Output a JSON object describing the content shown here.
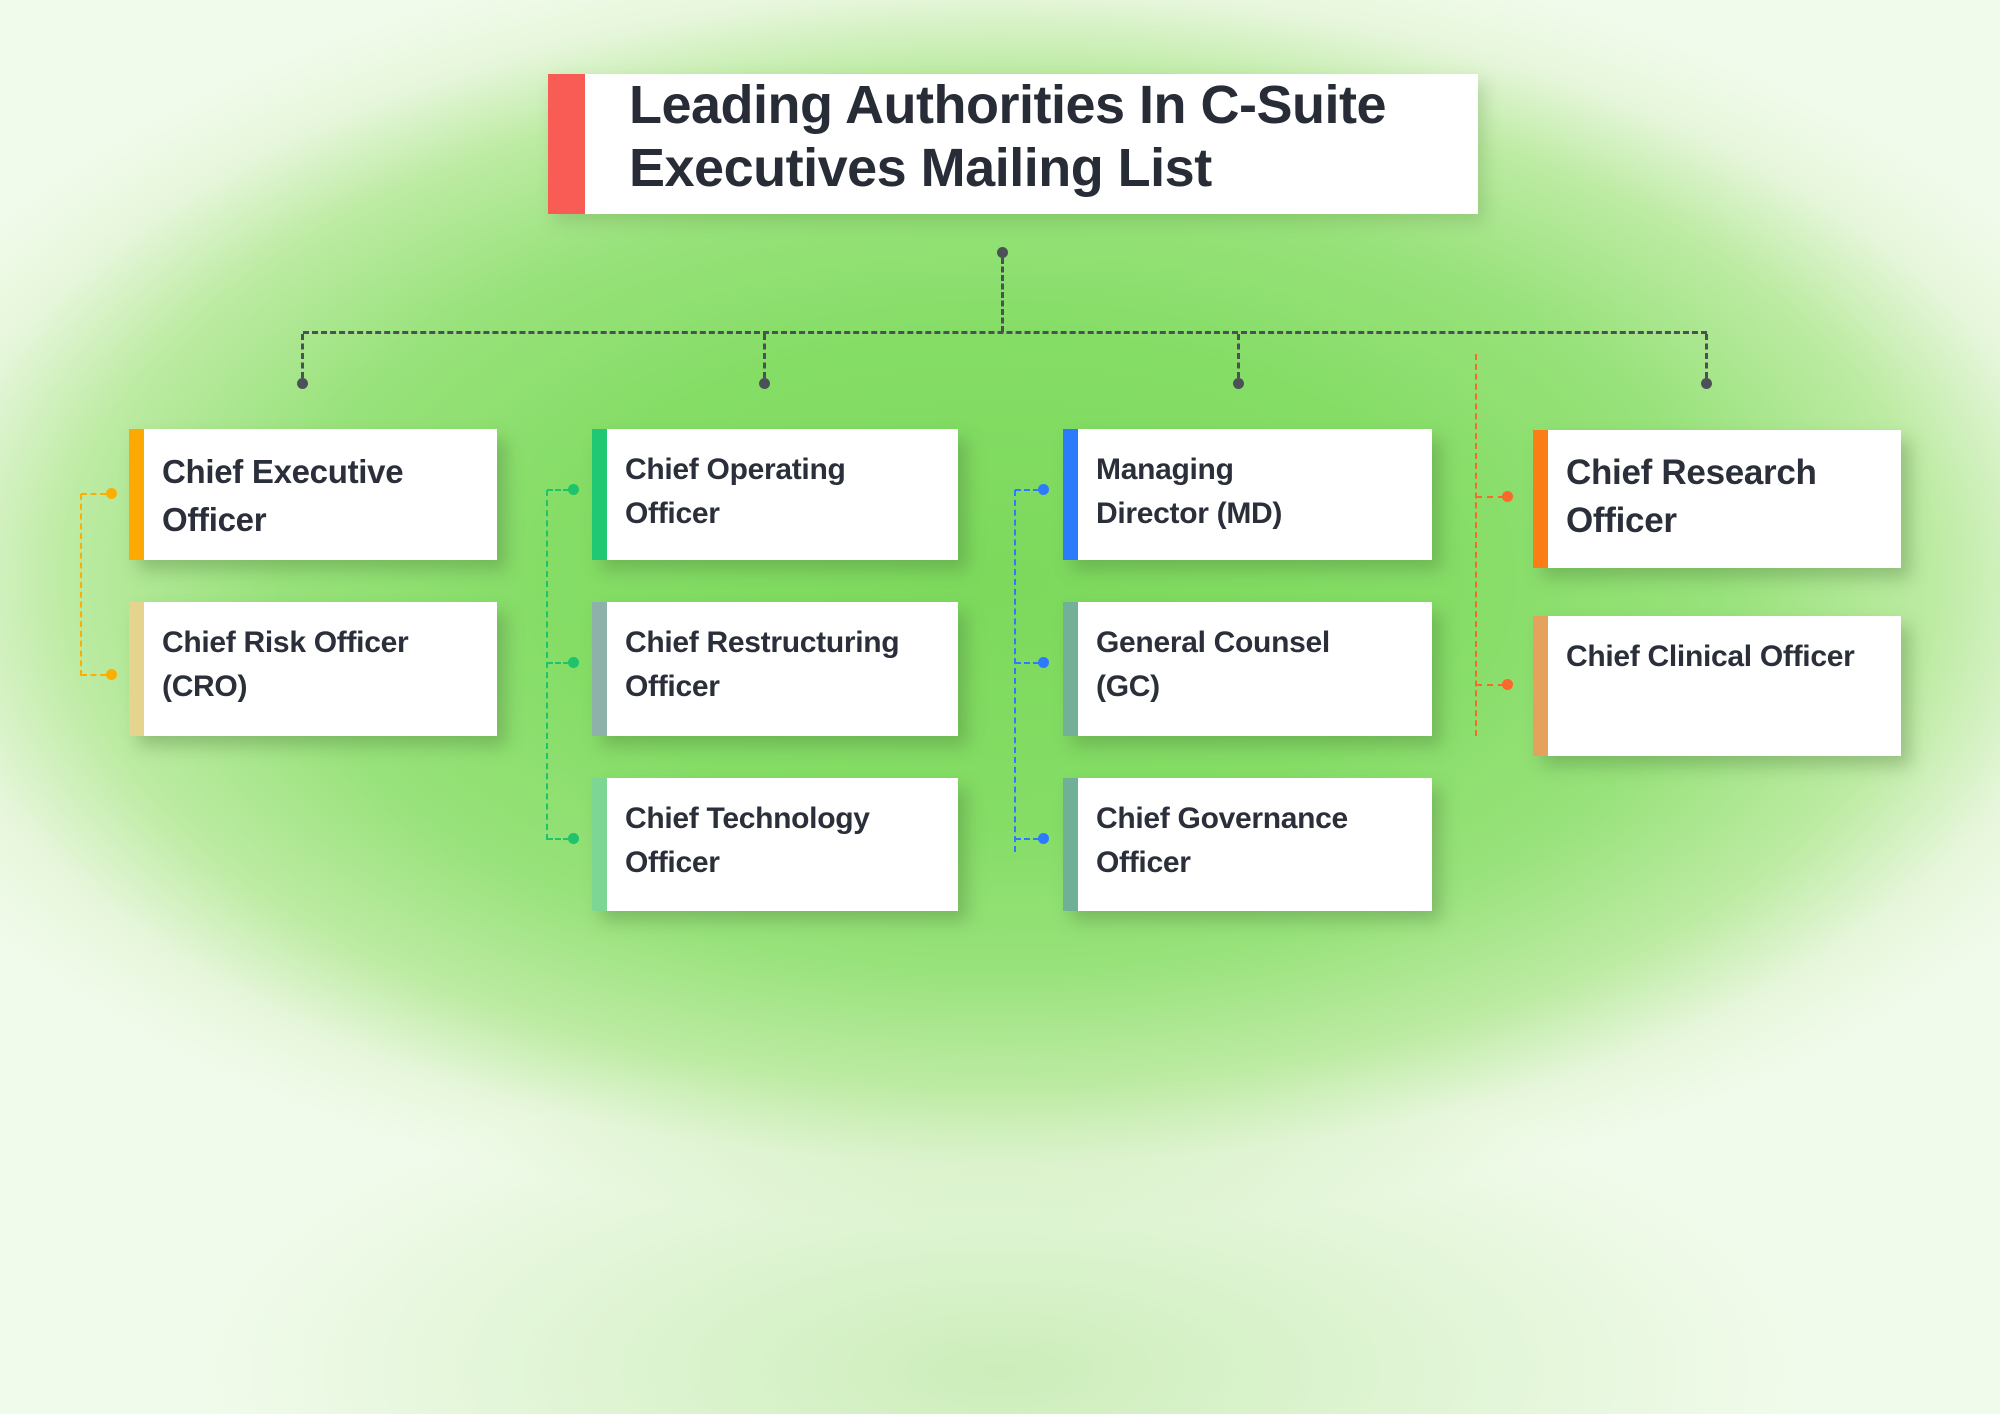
{
  "title": {
    "text": "Leading Authorities In C-Suite\nExecutives Mailing List",
    "accent_color": "#f95b55"
  },
  "background": {
    "center": "#7cd95c",
    "edge": "#f1fbeb"
  },
  "tree": {
    "color": "#4b5156"
  },
  "columns": [
    {
      "connector_color": "#fdae02",
      "boxes": [
        {
          "label": "Chief Executive\nOfficer",
          "accent_color": "#fda903"
        },
        {
          "label": "Chief Risk Officer\n(CRO)",
          "accent_color": "#e5d48e"
        }
      ]
    },
    {
      "connector_color": "#1ec36b",
      "boxes": [
        {
          "label": "Chief Operating\nOfficer",
          "accent_color": "#21c873"
        },
        {
          "label": "Chief Restructuring\nOfficer",
          "accent_color": "#8eb2a9"
        },
        {
          "label": "Chief Technology\nOfficer",
          "accent_color": "#7dd694"
        }
      ]
    },
    {
      "connector_color": "#2d7bfc",
      "boxes": [
        {
          "label": "Managing\nDirector (MD)",
          "accent_color": "#2b7bfc"
        },
        {
          "label": "General Counsel\n(GC)",
          "accent_color": "#72b098"
        },
        {
          "label": "Chief Governance\nOfficer",
          "accent_color": "#70b096"
        }
      ]
    },
    {
      "connector_color": "#f9692b",
      "boxes": [
        {
          "label": "Chief Research\nOfficer",
          "accent_color": "#fa7d16"
        },
        {
          "label": "Chief Clinical Officer",
          "accent_color": "#e4a25d"
        }
      ]
    }
  ]
}
